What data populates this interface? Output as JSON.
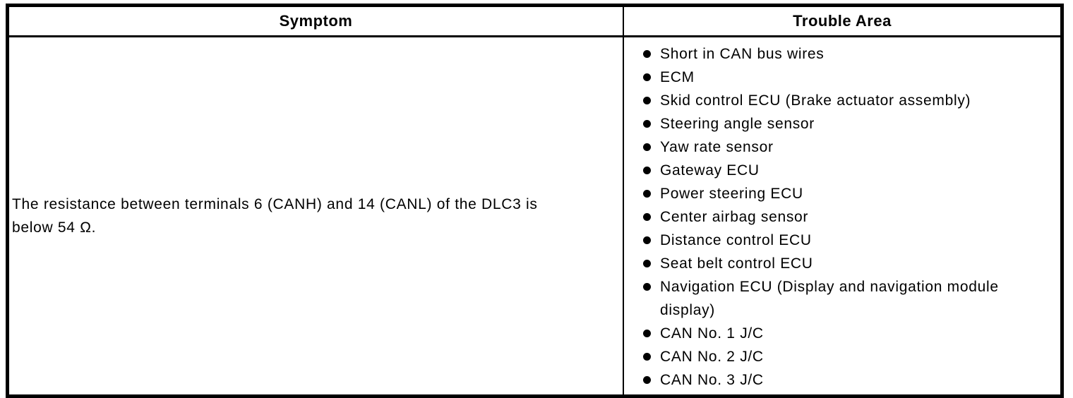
{
  "table": {
    "headers": {
      "symptom": "Symptom",
      "trouble_area": "Trouble Area"
    },
    "rows": [
      {
        "symptom": "The resistance between terminals 6 (CANH) and 14 (CANL) of the DLC3 is below 54 Ω.",
        "trouble_areas": [
          "Short in CAN bus wires",
          "ECM",
          "Skid control ECU (Brake actuator assembly)",
          "Steering angle sensor",
          "Yaw rate sensor",
          "Gateway ECU",
          "Power steering ECU",
          "Center airbag sensor",
          "Distance control ECU",
          "Seat belt control ECU",
          "Navigation ECU (Display and navigation module display)",
          "CAN No. 1 J/C",
          "CAN No. 2 J/C",
          "CAN No. 3 J/C"
        ]
      }
    ],
    "bullet_icon": "●",
    "colors": {
      "border": "#000000",
      "background": "#ffffff",
      "text": "#000000"
    }
  }
}
